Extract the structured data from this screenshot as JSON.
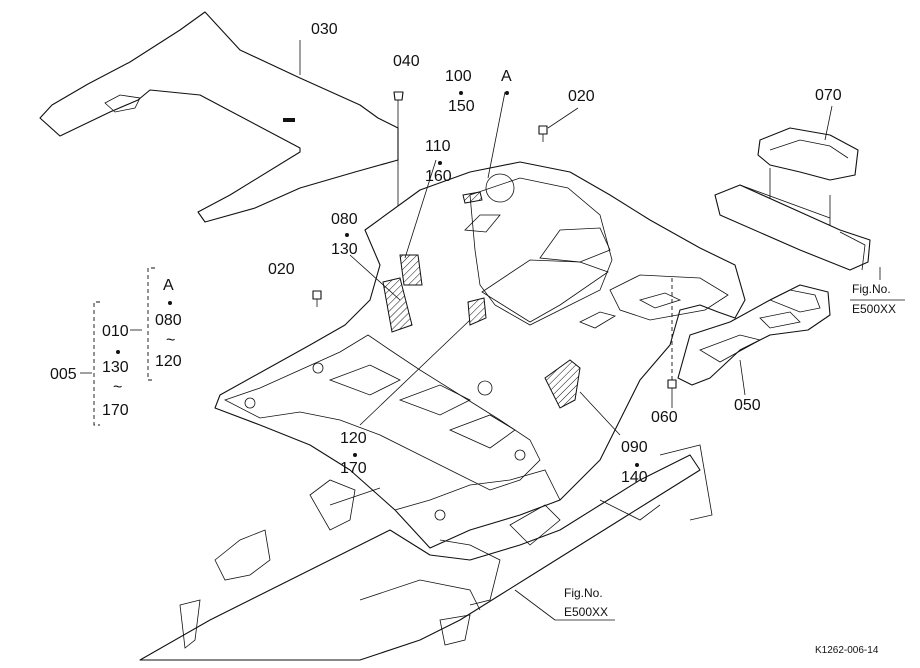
{
  "parts": {
    "p030": "030",
    "p040": "040",
    "p100": "100",
    "p150": "150",
    "pA_top": "A",
    "p020_top": "020",
    "p070": "070",
    "p110": "110",
    "p160": "160",
    "p080": "080",
    "p130": "130",
    "p020_left": "020",
    "p050": "050",
    "p060": "060",
    "p090": "090",
    "p140": "140",
    "p120": "120",
    "p170": "170"
  },
  "legend": {
    "p005": "005",
    "p010": "010",
    "p130": "130",
    "tilde1": "~",
    "p170": "170",
    "pA": "A",
    "p080": "080",
    "tilde2": "~",
    "p120": "120"
  },
  "refs": {
    "fig_right_line1": "Fig.No.",
    "fig_right_line2": "E500XX",
    "fig_bottom_line1": "Fig.No.",
    "fig_bottom_line2": "E500XX"
  },
  "drawing_code": "K1262-006-14"
}
